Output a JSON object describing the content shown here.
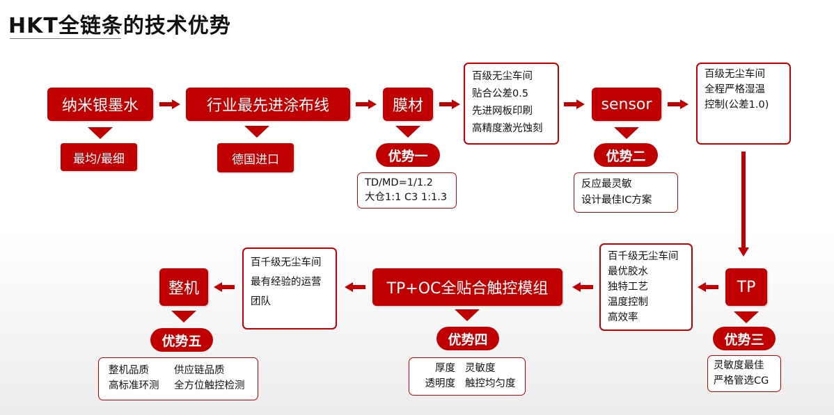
{
  "title": "HKT全链条的技术优势",
  "row1": {
    "ink": {
      "label": "纳米银墨水",
      "note": "最均/最细"
    },
    "coating": {
      "label": "行业最先进涂布线",
      "note": "德国进口"
    },
    "film": {
      "label": "膜材",
      "tag": "优势一",
      "details": [
        "TD/MD=1/1.2",
        "大仓1:1 C3 1:1.3"
      ]
    },
    "film_process": [
      "百级无尘车间",
      "贴合公差0.5",
      "先进网板印刷",
      "高精度激光蚀刻"
    ],
    "sensor": {
      "label": "sensor",
      "tag": "优势二",
      "details": [
        "反应最灵敏",
        "设计最佳IC方案"
      ]
    },
    "sensor_process": [
      "百级无尘车间",
      "全程严格湿温",
      "控制(公差1.0)"
    ]
  },
  "row2": {
    "tp": {
      "label": "TP",
      "tag": "优势三",
      "details": [
        "灵敏度最佳",
        "严格管选CG"
      ]
    },
    "tp_process": [
      "百千级无尘车间",
      "最优胶水",
      "独特工艺",
      "温度控制",
      "高效率"
    ],
    "tpoc": {
      "label": "TP+OC全贴合触控模组",
      "tag": "优势四",
      "details": [
        [
          "厚度",
          "灵敏度"
        ],
        [
          "透明度",
          "触控均匀度"
        ]
      ]
    },
    "tpoc_process": [
      "百千级无尘车间",
      "最有经验的运营",
      "团队"
    ],
    "machine": {
      "label": "整机",
      "tag": "优势五",
      "details": [
        [
          "整机品质",
          "供应链品质"
        ],
        [
          "高标准环测",
          "全方位触控检测"
        ]
      ]
    }
  },
  "colors": {
    "accent": "#c00000"
  }
}
